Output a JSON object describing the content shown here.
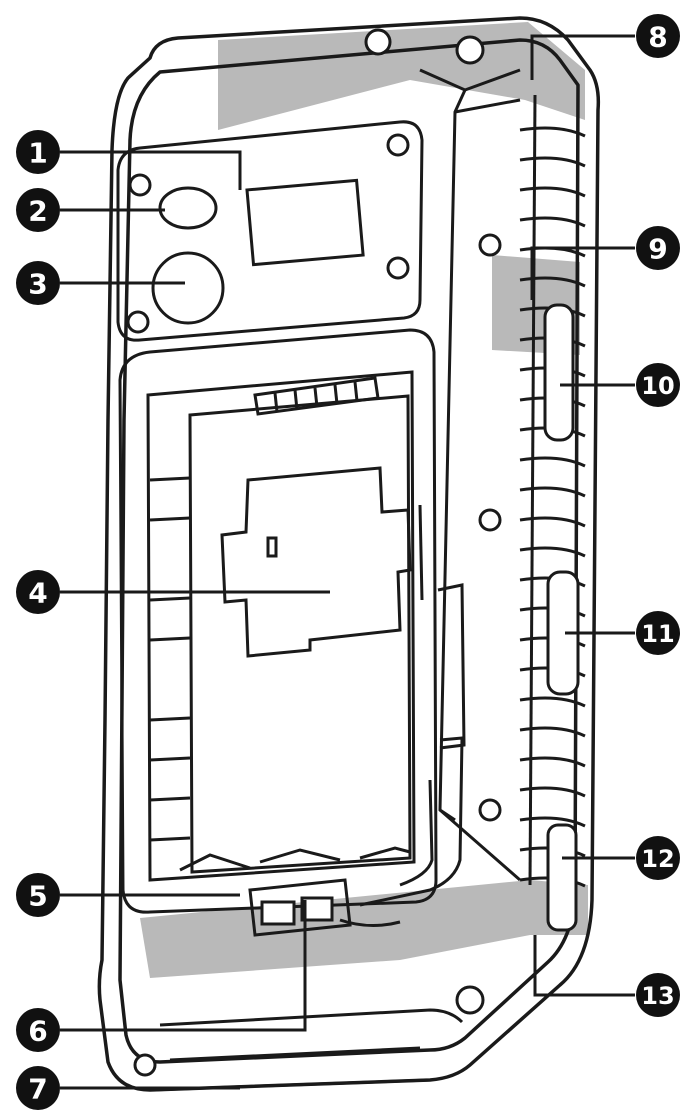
{
  "diagram": {
    "callouts": [
      {
        "label": "1"
      },
      {
        "label": "2"
      },
      {
        "label": "3"
      },
      {
        "label": "4"
      },
      {
        "label": "5"
      },
      {
        "label": "6"
      },
      {
        "label": "7"
      },
      {
        "label": "8"
      },
      {
        "label": "9"
      },
      {
        "label": "10"
      },
      {
        "label": "11"
      },
      {
        "label": "12"
      },
      {
        "label": "13"
      }
    ],
    "colors": {
      "outline": "#1a1a1a",
      "highlight": "#b8b8b8",
      "badge_fill": "#111111",
      "badge_text": "#ffffff",
      "background": "#ffffff"
    }
  }
}
